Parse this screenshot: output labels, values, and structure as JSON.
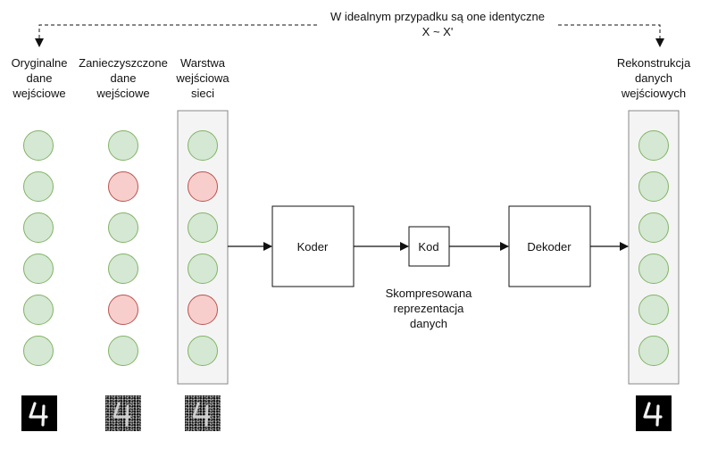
{
  "top_annotation": {
    "line1": "W idealnym przypadku są one identyczne",
    "line2": "X ~ X'"
  },
  "columns": {
    "original": {
      "label_lines": [
        "Oryginalne",
        "dane",
        "wejściowe"
      ],
      "nodes": [
        "green",
        "green",
        "green",
        "green",
        "green",
        "green"
      ],
      "image": "digit-4-clean"
    },
    "corrupted": {
      "label_lines": [
        "Zanieczyszczone",
        "dane",
        "wejściowe"
      ],
      "nodes": [
        "green",
        "red",
        "green",
        "green",
        "red",
        "green"
      ],
      "image": "digit-4-noisy"
    },
    "input_layer": {
      "label_lines": [
        "Warstwa",
        "wejściowa",
        "sieci"
      ],
      "nodes": [
        "green",
        "red",
        "green",
        "green",
        "red",
        "green"
      ],
      "image": "digit-4-noisy"
    },
    "reconstruction": {
      "label_lines": [
        "Rekonstrukcja",
        "danych",
        "wejściowych"
      ],
      "nodes": [
        "green",
        "green",
        "green",
        "green",
        "green",
        "green"
      ],
      "image": "digit-4-clean"
    }
  },
  "blocks": {
    "encoder": "Koder",
    "code": "Kod",
    "decoder": "Dekoder"
  },
  "code_caption": [
    "Skompresowana",
    "reprezentacja",
    "danych"
  ],
  "colors": {
    "node_green_fill": "#d5e8d4",
    "node_green_stroke": "#82b366",
    "node_red_fill": "#f8cecc",
    "node_red_stroke": "#b85450",
    "line": "#111111"
  }
}
